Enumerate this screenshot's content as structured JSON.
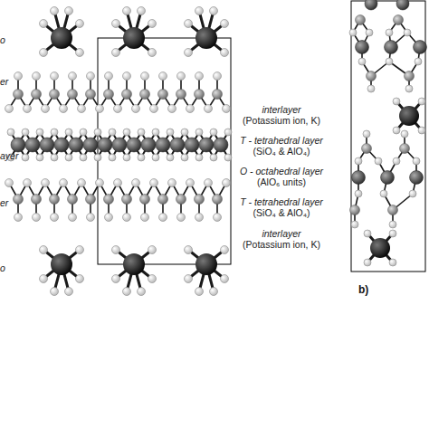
{
  "diagram": {
    "labels": [
      "o",
      "er",
      "ayer",
      "er",
      "o",
      "interlayer",
      "(Potassium ion, K)",
      "T - tetrahedral layer",
      "(SiO₄ & AlO₄)",
      "O - octahedral layer",
      "(AlO₆ units)",
      "T - tetrahedral layer",
      "(SiO₄ & AlO₄)",
      "interlayer",
      "(Potassium ion, K)",
      "b)"
    ]
  }
}
